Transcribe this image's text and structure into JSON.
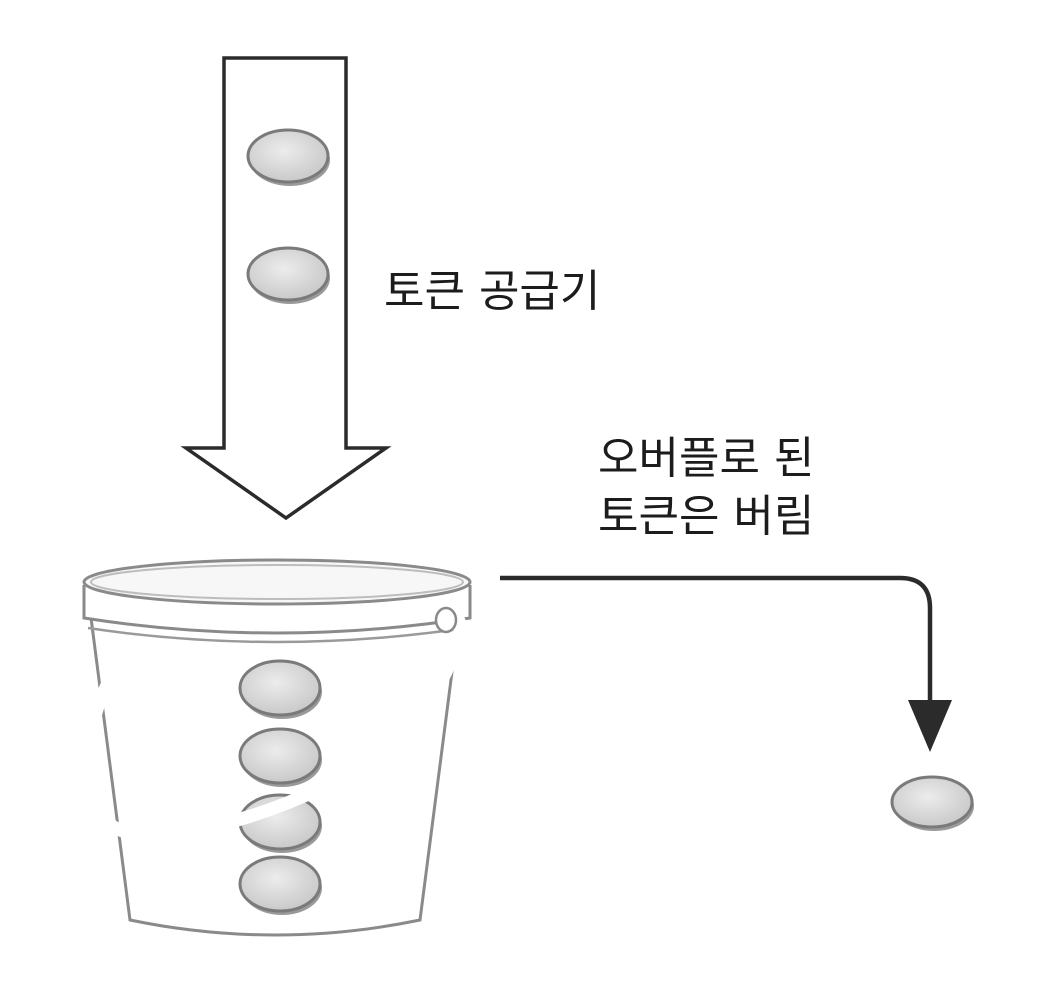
{
  "labels": {
    "token_supplier": "토큰 공급기",
    "overflow_line1": "오버플로 된",
    "overflow_line2": "토큰은 버림"
  },
  "colors": {
    "outline": "#2b2b2b",
    "token_fill": "#d8d8d8",
    "token_stroke": "#7a7a7a",
    "bucket_stroke": "#8a8a8a",
    "background": "#ffffff"
  },
  "tokens": {
    "in_supplier": 2,
    "in_bucket": 4,
    "discarded": 1
  }
}
